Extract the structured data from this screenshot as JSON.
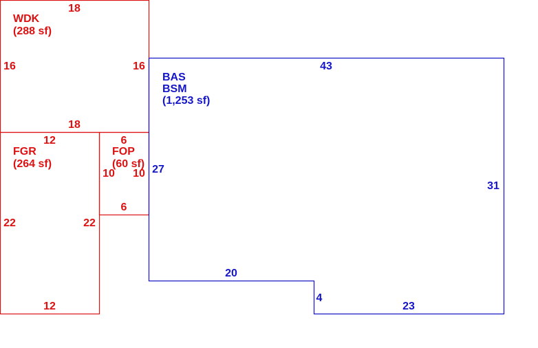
{
  "colors": {
    "red": "#dd1111",
    "blue": "#1515c8"
  },
  "areas": {
    "wdk": {
      "code": "WDK",
      "area": "(288 sf)",
      "dims": {
        "top": "18",
        "bottom": "18",
        "left": "16",
        "right": "16"
      }
    },
    "fgr": {
      "code": "FGR",
      "area": "(264 sf)",
      "dims": {
        "top": "12",
        "bottom": "12",
        "left": "22",
        "right": "22"
      }
    },
    "fop": {
      "code": "FOP",
      "area": "(60 sf)",
      "dims": {
        "top": "6",
        "bottom": "6",
        "left": "10",
        "right": "10"
      }
    },
    "bas": {
      "code": "BAS",
      "code2": "BSM",
      "area": "(1,253 sf)",
      "dims": {
        "top": "43",
        "left": "27",
        "right": "31",
        "bottom_left": "20",
        "step": "4",
        "bottom_right": "23"
      }
    }
  }
}
